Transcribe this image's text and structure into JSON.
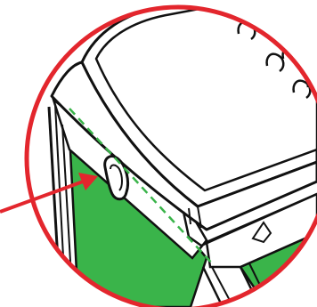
{
  "diagram": {
    "subject": "detail-view-of-device-lid-hinge",
    "colors": {
      "callout_circle": "#e3262d",
      "pointer_arrow": "#e3262d",
      "highlight_fill": "#3ab44a",
      "guide_line": "#3ab44a",
      "outline": "#111111",
      "lid_fill": "#ffffff"
    },
    "icons": [
      "pointer-arrow",
      "magnifier-callout-circle"
    ]
  }
}
